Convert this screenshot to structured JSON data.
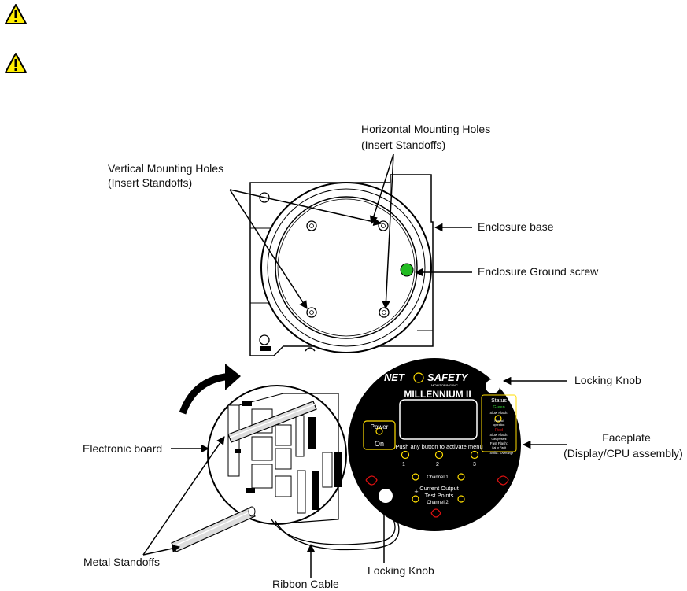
{
  "icons": [
    "warning-icon",
    "warning-icon"
  ],
  "labels": {
    "horizontal_holes": "Horizontal Mounting Holes",
    "horizontal_holes_sub": "(Insert Standoffs)",
    "vertical_holes": "Vertical Mounting Holes",
    "vertical_holes_sub": "(Insert Standoffs)",
    "enclosure_base": "Enclosure base",
    "ground_screw": "Enclosure Ground screw",
    "locking_knob_top": "Locking Knob",
    "electronic_board": "Electronic board",
    "faceplate": "Faceplate",
    "faceplate_sub": "(Display/CPU assembly)",
    "metal_standoffs": "Metal Standoffs",
    "locking_knob_bottom": "Locking Knob",
    "ribbon_cable": "Ribbon Cable"
  },
  "faceplate": {
    "brand_left": "NET",
    "brand_right": "SAFETY",
    "brand_sub": "MONITORING INC.",
    "model": "MILLENNIUM II",
    "power": "Power",
    "power_on": "On",
    "push_text": "Push any button to activate menu",
    "btn1": "1",
    "btn2": "2",
    "btn3": "3",
    "channel1": "Channel 1",
    "current_output": "Current Output",
    "test_points": "Test Points",
    "channel2": "Channel 2",
    "plus": "+",
    "status": "Status",
    "green": "Green",
    "slow_flash_1": "Slow Flash:",
    "normal": "Normal",
    "operation": "operation",
    "red": "Red",
    "slow_flash_2": "Slow Flash:",
    "gas_present": "Gas present",
    "fast_flash": "Fast Flash:",
    "cal_or_fault": "Cal or Fault",
    "solid": "Solid:",
    "overrange": "Overrange"
  },
  "colors": {
    "warning_fill": "#ffee00",
    "ground_screw": "#22bb22",
    "faceplate_bg": "#000000",
    "status_red": "#dd1111",
    "status_green": "#33cc33",
    "accent_yellow": "#ffdd00"
  }
}
